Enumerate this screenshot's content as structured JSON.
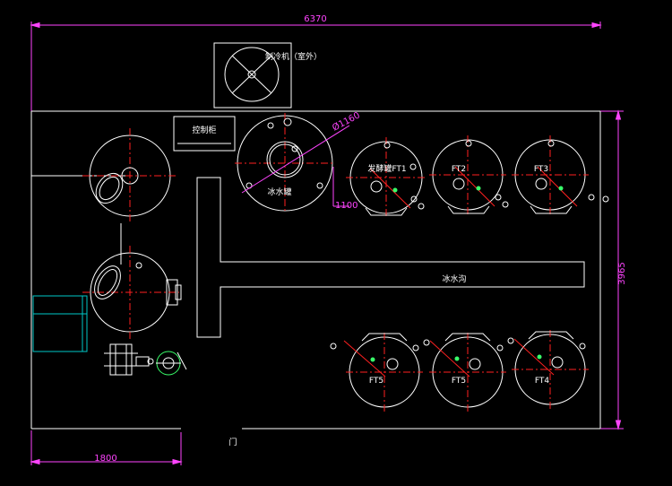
{
  "dimensions": {
    "top_width": "6370",
    "right_height": "3965",
    "bottom_left_width": "1800"
  },
  "labels": {
    "chiller": "制冷机（室外）",
    "control_cabinet": "控制柜",
    "ice_water_tank": "冰水罐",
    "pipe_size": "Ø1160",
    "ice_water_trench": "冰水沟",
    "door": "门",
    "side_mark": "1100"
  },
  "fermenters_top": [
    "发酵罐FT1",
    "FT2",
    "FT3"
  ],
  "fermenters_bottom": [
    "FT5",
    "FT5",
    "FT4"
  ],
  "colors": {
    "background": "#000000",
    "wall": "#ffffff",
    "dimension": "#ff44ff",
    "centerline": "#ff2020",
    "valve": "#39ff6a",
    "equipment": "#00c8c8"
  }
}
